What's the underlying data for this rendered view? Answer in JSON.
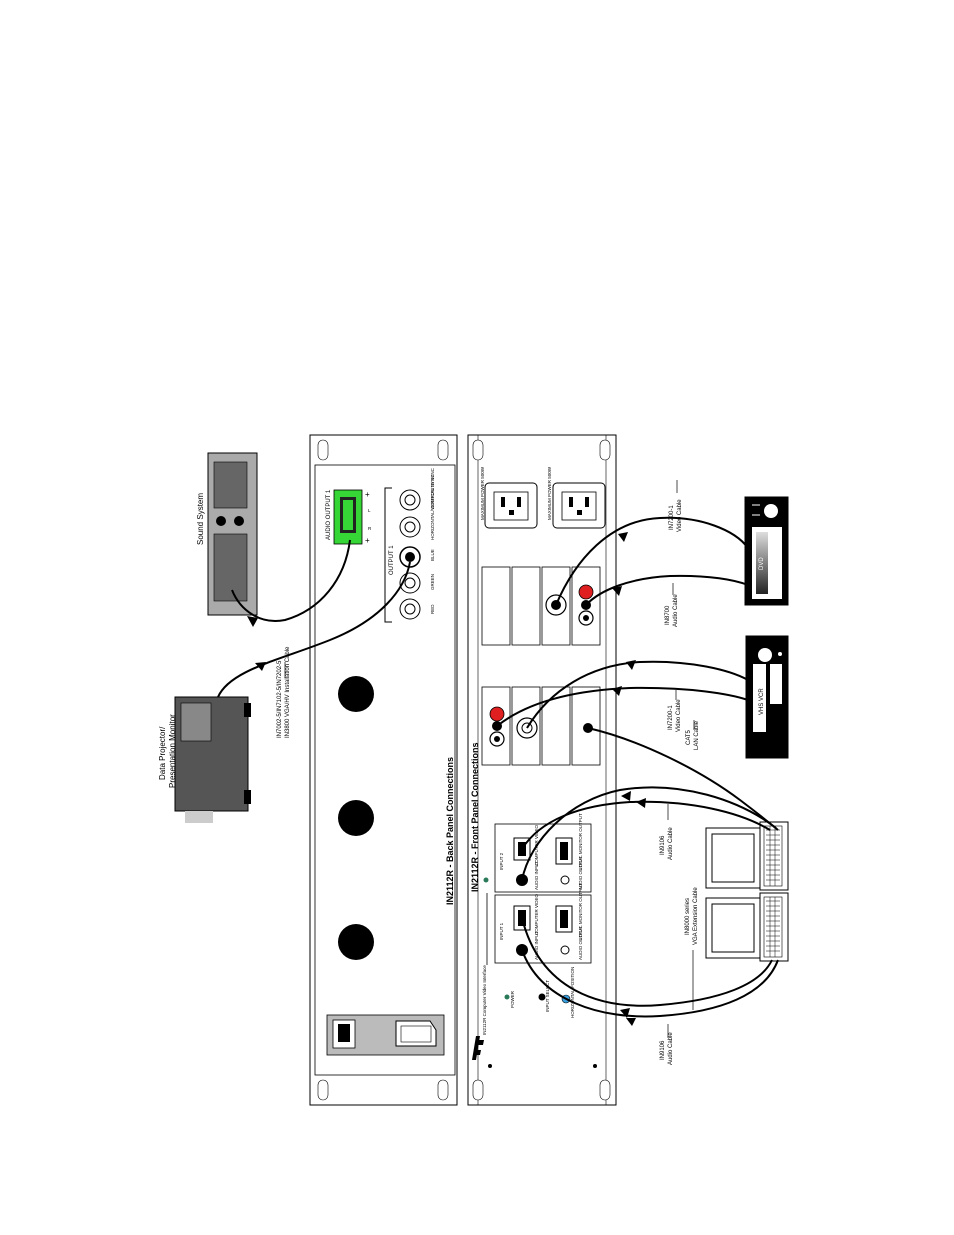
{
  "titles": {
    "back_panel": "IN2112R - Back Panel Connections",
    "front_panel": "IN2112R - Front Panel Connections",
    "product_name": "IN2112R Computer Video Interface"
  },
  "devices": {
    "sound_system": "Sound System",
    "projector_line1": "Data Projector/",
    "projector_line2": "Presentation Monitor",
    "vcr": "VHS VCR",
    "dvd": "DVD"
  },
  "back_panel": {
    "audio_output": "AUDIO OUTPUT 1",
    "output_group": "OUTPUT 1",
    "bnc_labels": [
      "RED",
      "GREEN",
      "BLUE",
      "HORIZONTAL/ COMPOSITE SYNC",
      "VERTICAL SYNC"
    ]
  },
  "front_panel": {
    "input1": "INPUT 1",
    "input2": "INPUT 2",
    "computer_video": "COMPUTER VIDEO",
    "audio_input": "AUDIO INPUT",
    "local_monitor": "LOCAL MONITOR OUTPUT",
    "audio_output": "AUDIO OUTPUT",
    "power": "POWER",
    "input_select": "INPUT SELECT",
    "horizontal_position": "HORIZONTAL POSITION",
    "outlet_label": "MAXIMUM POWER 500W"
  },
  "cables": {
    "projector_cable_line1": "IN7002-5/IN7102-5/IN7202-5",
    "projector_cable_line2": "IN3800 VGA/HV Installation Cable",
    "in9106_left_line1": "IN9106",
    "in9106_left_line2": "Audio Cable",
    "in8000_line1": "IN8000 series",
    "in8000_line2": "VGA Extension Cable",
    "in9106_right_line1": "IN9106",
    "in9106_right_line2": "Audio Cable",
    "in7200_a_line1": "IN7200-1",
    "in7200_a_line2": "Video Cable",
    "cat5_line1": "CAT5",
    "cat5_line2": "LAN Cable",
    "in8700_line1": "IN8700",
    "in8700_line2": "Audio Cable",
    "in7200_b_line1": "IN7200-1",
    "in7200_b_line2": "Video Cable"
  }
}
